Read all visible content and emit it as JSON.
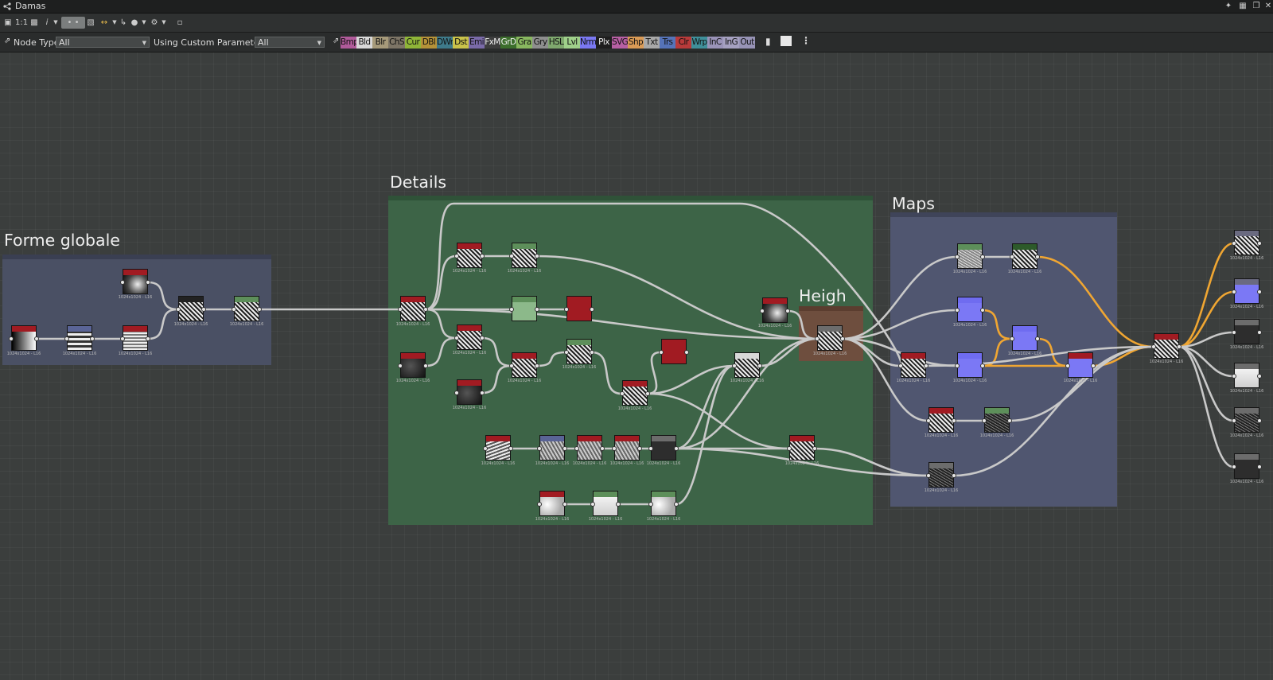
{
  "window": {
    "title": "Damas"
  },
  "toolbar": {
    "zoom_label": "1:1",
    "info_label": "i"
  },
  "filter_bar": {
    "node_type_label": "Node Type",
    "node_type_value": "All",
    "custom_params_label": "Using Custom Parameters",
    "custom_params_value": "All",
    "chips": [
      {
        "label": "Bmp",
        "color": "#b05a9a"
      },
      {
        "label": "Bld",
        "color": "#d8d8d8"
      },
      {
        "label": "Blr",
        "color": "#a69a7a"
      },
      {
        "label": "ChS",
        "color": "#7d7566"
      },
      {
        "label": "Cur",
        "color": "#8fb538"
      },
      {
        "label": "DBl",
        "color": "#b59238"
      },
      {
        "label": "DWr",
        "color": "#3e7a8a"
      },
      {
        "label": "Dst",
        "color": "#c9c24a"
      },
      {
        "label": "Emi",
        "color": "#7a6aa8"
      },
      {
        "label": "FxM",
        "color": "#3d3d3d"
      },
      {
        "label": "GrD",
        "color": "#3c6e2c"
      },
      {
        "label": "Gra",
        "color": "#88b75f"
      },
      {
        "label": "Gry",
        "color": "#8e8e8e"
      },
      {
        "label": "HSL",
        "color": "#7fa86e"
      },
      {
        "label": "Lvl",
        "color": "#9fd08a"
      },
      {
        "label": "Nrm",
        "color": "#7a78f2"
      },
      {
        "label": "Plx",
        "color": "#1e1e1e"
      },
      {
        "label": "SVG",
        "color": "#b75fa3"
      },
      {
        "label": "Shp",
        "color": "#d99a55"
      },
      {
        "label": "Txt",
        "color": "#a8a8a8"
      },
      {
        "label": "Trs",
        "color": "#5573b8"
      },
      {
        "label": "Clr",
        "color": "#b83a3a"
      },
      {
        "label": "Wrp",
        "color": "#3f8f9a"
      },
      {
        "label": "InC",
        "color": "#9a93b8"
      },
      {
        "label": "InG",
        "color": "#a5a0c0"
      },
      {
        "label": "Out",
        "color": "#9793b6"
      }
    ]
  },
  "frames": [
    {
      "title": "Forme globale",
      "color": "#4a5064",
      "bar": "#3a3f52"
    },
    {
      "title": "Details",
      "color": "#3d6447",
      "bar": "#2f5238"
    },
    {
      "title": "Heigh",
      "color": "#6e4e3e",
      "bar": "#5b3d2f"
    },
    {
      "title": "Maps",
      "color": "#505670",
      "bar": "#3f4459"
    }
  ],
  "node_caption": "1024x1024 - L16",
  "colors": {
    "wire": "#c9c9c9",
    "wire_hot": "#f0a632",
    "canvas": "#3b3e3d"
  }
}
